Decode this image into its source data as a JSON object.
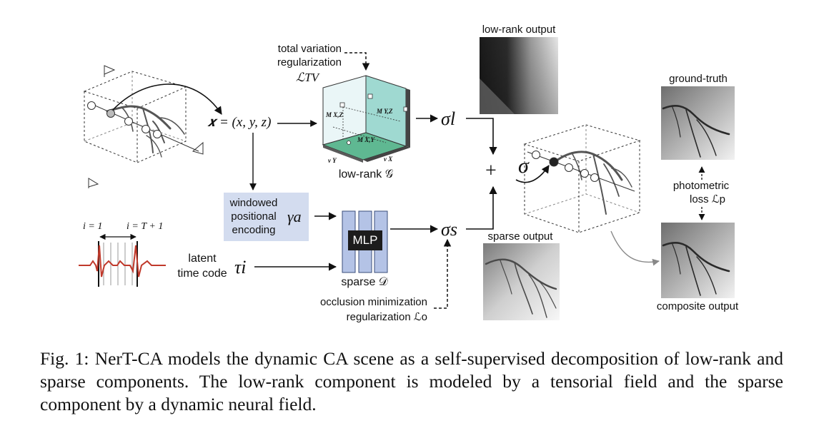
{
  "figure": {
    "labels": {
      "low_rank_output": "low-rank output",
      "total_variation": "total variation",
      "regularization": "regularization",
      "l_tv": "ℒTV",
      "x_coord": "𝒙 = (x, y, z)",
      "m_xz": "M X,Z",
      "m_yz": "M Y,Z",
      "m_xy": "M X,Y",
      "v_y": "v Y",
      "v_x": "v X",
      "low_rank_g": "low-rank 𝒢",
      "sigma_l": "σl",
      "plus": "+",
      "sigma": "σ",
      "ground_truth": "ground-truth",
      "photometric": "photometric",
      "loss_lp": "loss ℒp",
      "composite_output": "composite output",
      "windowed": "windowed",
      "positional": "positional",
      "encoding": "encoding",
      "gamma_a": "γa",
      "mlp": "MLP",
      "sparse_d": "sparse 𝒟",
      "sigma_s": "σs",
      "sparse_output": "sparse output",
      "i_eq_1": "i = 1",
      "i_eq_t1": "i = T + 1",
      "latent": "latent",
      "time_code": "time code",
      "tau_i": "τi",
      "occlusion_min": "occlusion minimization",
      "regularization_lo": "regularization ℒo"
    },
    "colors": {
      "encoding_box": "#d3dcef",
      "mlp_fill": "#b4c3e6",
      "plane_teal": "#9fd9d1",
      "plane_green": "#5fb892",
      "ecg_red": "#c0392b"
    }
  },
  "caption": "Fig. 1: NerT-CA models the dynamic CA scene as a self-supervised decomposition of low-rank and sparse components. The low-rank component is modeled by a tensorial field and the sparse component by a dynamic neural field."
}
